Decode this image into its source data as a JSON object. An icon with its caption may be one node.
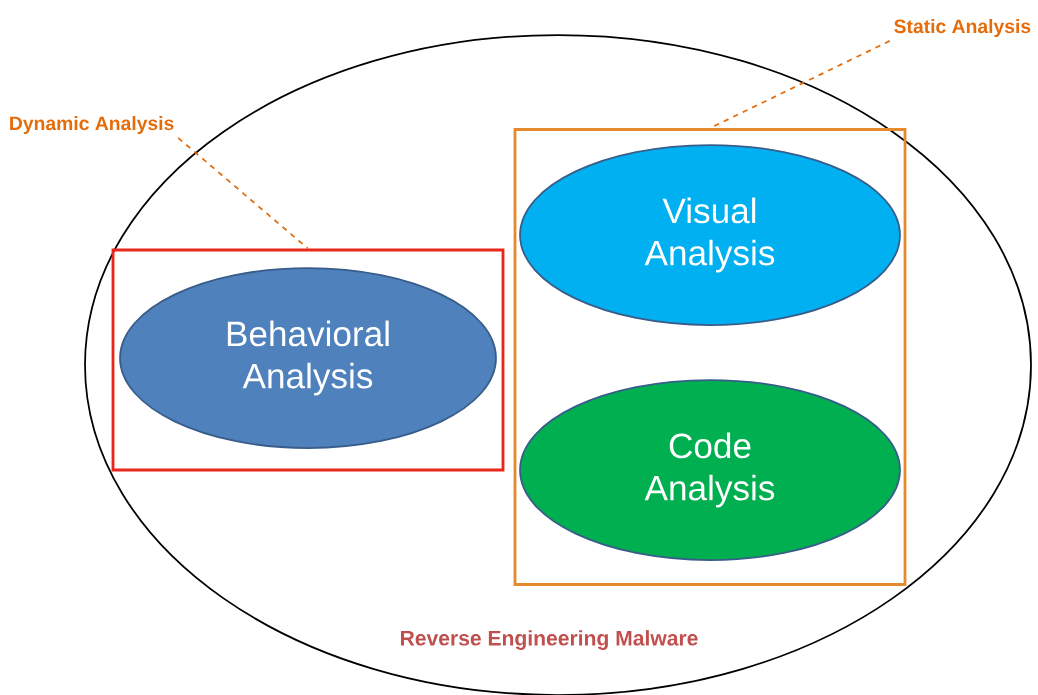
{
  "diagram": {
    "nodes": [
      {
        "text": [
          "Reverse Engineering Malware"
        ]
      },
      {
        "text": [
          "Dynamic Analysis"
        ]
      },
      {
        "text": [],
        "shape": "box",
        "in": 0
      },
      {
        "text": [
          "Behavioral Analysis"
        ],
        "in": 2
      },
      {
        "text": [
          "Static Analysis"
        ]
      },
      {
        "text": [],
        "shape": "box",
        "in": 0
      },
      {
        "text": [
          "Visual Analysis"
        ],
        "in": 5
      },
      {
        "text": [
          "Code Analysis"
        ],
        "in": 5
      }
    ],
    "edges": [
      {
        "from": 1,
        "to": 2,
        "arrow": "none",
        "style": "dashed",
        "color": "#e46c0a"
      },
      {
        "from": 4,
        "to": 5,
        "arrow": "none",
        "style": "dashed",
        "color": "#e46c0a"
      }
    ]
  }
}
